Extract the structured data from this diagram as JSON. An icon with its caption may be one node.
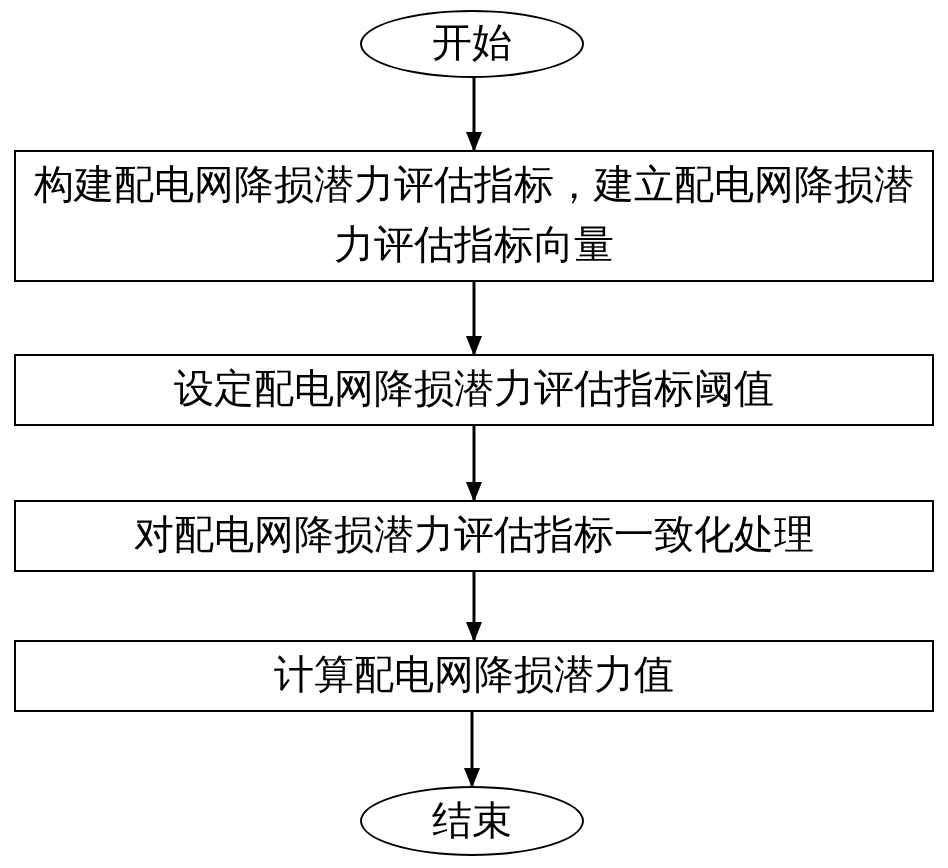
{
  "diagram": {
    "nodes": [
      {
        "text": [
          "开始"
        ]
      },
      {
        "text": [
          "构建配电网降损潜力评估指标，建立配电网降损潜力评估指标向量"
        ]
      },
      {
        "text": [
          "设定配电网降损潜力评估指标阈值"
        ]
      },
      {
        "text": [
          "对配电网降损潜力评估指标一致化处理"
        ]
      },
      {
        "text": [
          "计算配电网降损潜力值"
        ]
      },
      {
        "text": [
          "结束"
        ]
      }
    ],
    "edges": [
      {
        "from": 0,
        "to": 1,
        "arrow": "to"
      },
      {
        "from": 1,
        "to": 2,
        "arrow": "to"
      },
      {
        "from": 2,
        "to": 3,
        "arrow": "to"
      },
      {
        "from": 3,
        "to": 4,
        "arrow": "to"
      },
      {
        "from": 4,
        "to": 5,
        "arrow": "to"
      }
    ]
  }
}
